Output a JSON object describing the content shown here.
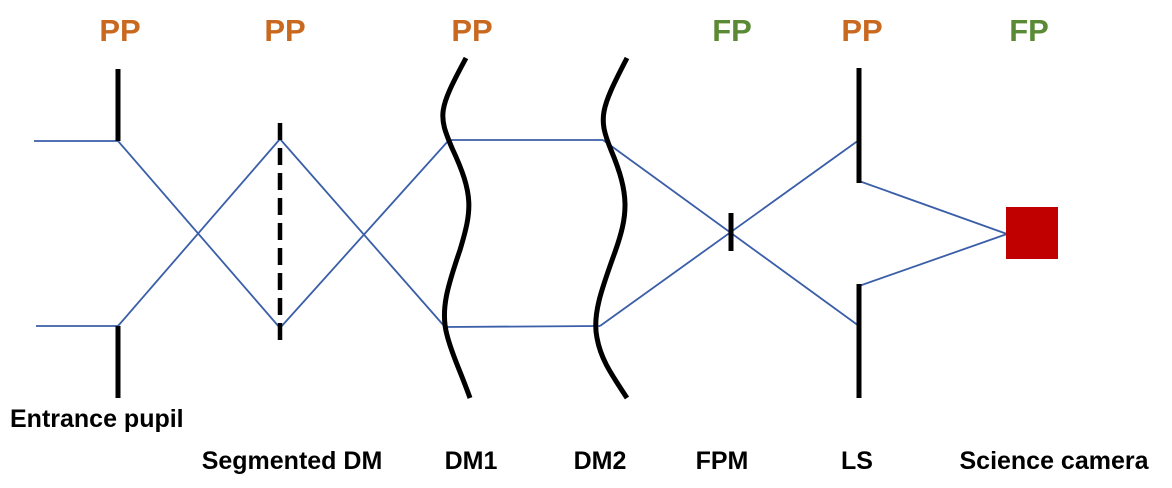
{
  "colors": {
    "pupil_plane": "#c9681f",
    "focal_plane": "#5b8a34",
    "rays": "#3a5ea8",
    "optics": "#000000",
    "camera": "#c00000"
  },
  "plane_labels": {
    "entrance_pupil": "PP",
    "segmented_dm": "PP",
    "dm1": "PP",
    "fpm": "FP",
    "ls": "PP",
    "science_camera": "FP"
  },
  "element_labels": {
    "entrance_pupil": "Entrance pupil",
    "segmented_dm": "Segmented DM",
    "dm1": "DM1",
    "dm2": "DM2",
    "fpm": "FPM",
    "ls": "LS",
    "science_camera": "Science camera"
  }
}
